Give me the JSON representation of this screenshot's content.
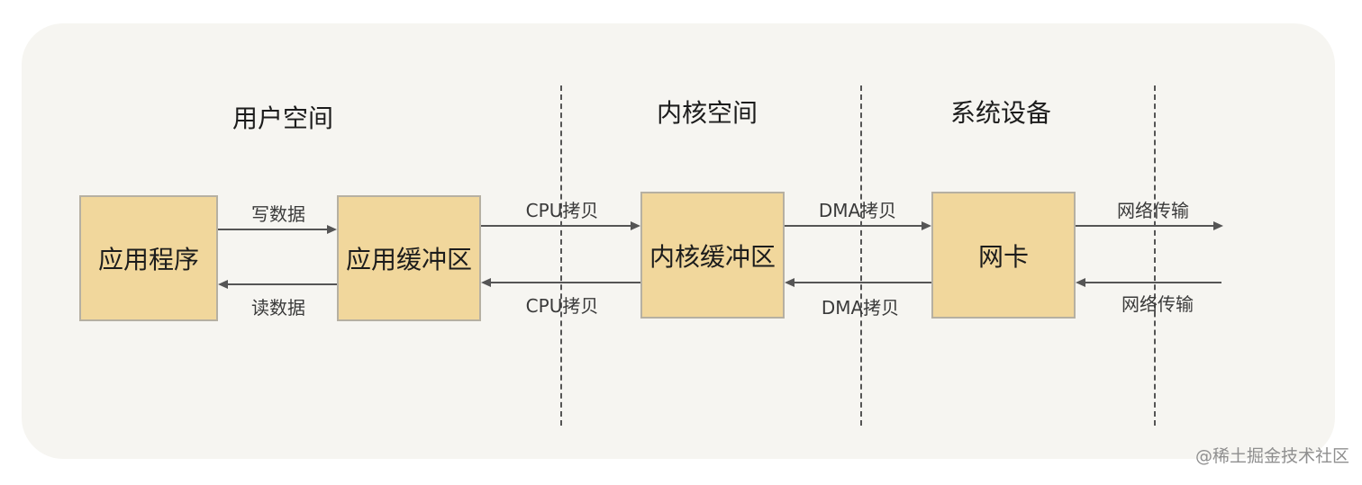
{
  "zones": {
    "user_space": "用户空间",
    "kernel_space": "内核空间",
    "system_device": "系统设备"
  },
  "boxes": {
    "app": "应用程序",
    "app_buffer": "应用缓冲区",
    "kernel_buffer": "内核缓冲区",
    "nic": "网卡"
  },
  "arrows": {
    "write_data": "写数据",
    "read_data": "读数据",
    "cpu_copy_to_kernel": "CPU拷贝",
    "cpu_copy_to_app": "CPU拷贝",
    "dma_copy_to_nic": "DMA拷贝",
    "dma_copy_to_kernel": "DMA拷贝",
    "net_out": "网络传输",
    "net_in": "网络传输"
  },
  "watermark": "@稀土掘金技术社区",
  "colors": {
    "panel_background": "#f6f5f1",
    "box_fill": "#f1d79c",
    "box_border": "#b6b0a2",
    "arrow": "#555555",
    "text": "#1c1c1c"
  }
}
